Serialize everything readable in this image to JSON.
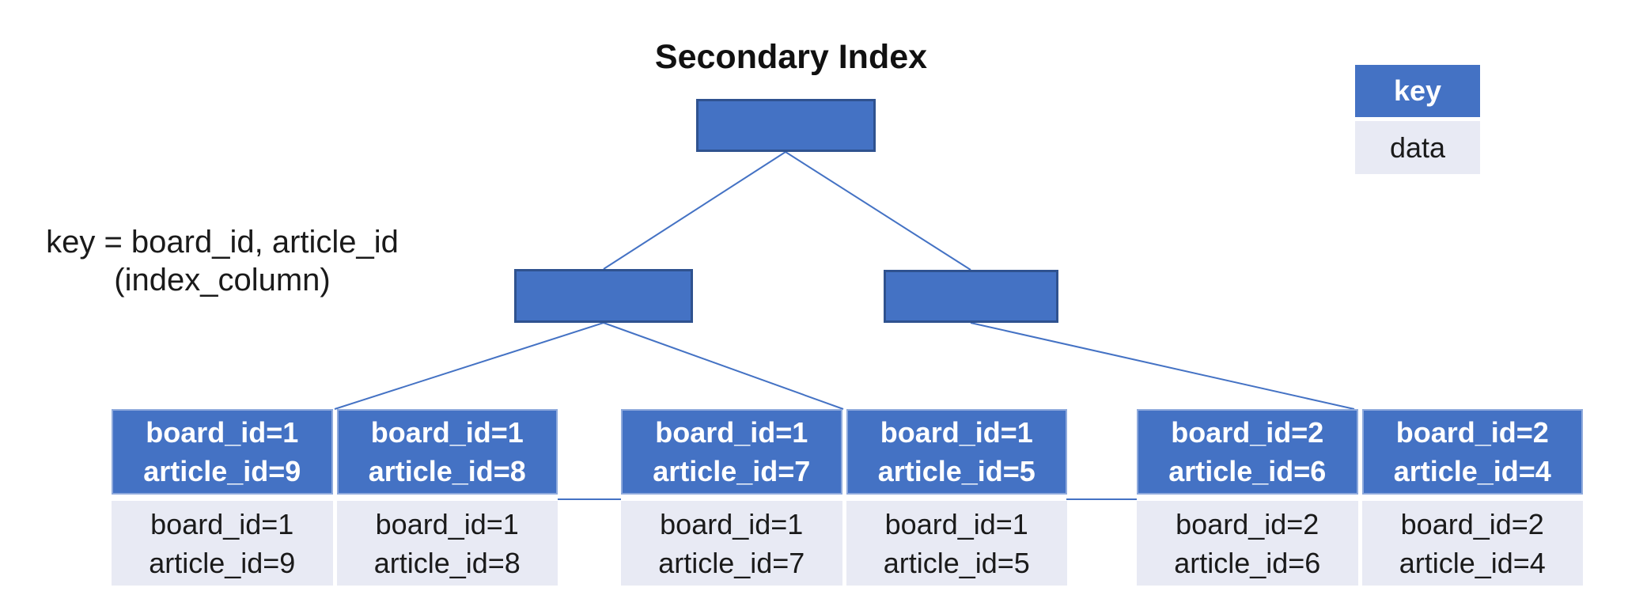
{
  "title": "Secondary Index",
  "legend": {
    "key_label": "key",
    "data_label": "data"
  },
  "annotation": {
    "line1": "key = board_id, article_id",
    "line2": "(index_column)"
  },
  "colors": {
    "key_fill": "#4472C4",
    "node_border": "#2F528F",
    "key_cell_border": "#8FAADC",
    "data_fill": "#E8EAF4",
    "connector": "#4472C4",
    "key_text": "#FFFFFF",
    "data_text": "#1A1A1A"
  },
  "tree": {
    "root_label": "",
    "internal_labels": [
      "",
      ""
    ],
    "leaf_groups": [
      {
        "cells": [
          {
            "key_line1": "board_id=1",
            "key_line2": "article_id=9",
            "data_line1": "board_id=1",
            "data_line2": "article_id=9"
          },
          {
            "key_line1": "board_id=1",
            "key_line2": "article_id=8",
            "data_line1": "board_id=1",
            "data_line2": "article_id=8"
          }
        ]
      },
      {
        "cells": [
          {
            "key_line1": "board_id=1",
            "key_line2": "article_id=7",
            "data_line1": "board_id=1",
            "data_line2": "article_id=7"
          },
          {
            "key_line1": "board_id=1",
            "key_line2": "article_id=5",
            "data_line1": "board_id=1",
            "data_line2": "article_id=5"
          }
        ]
      },
      {
        "cells": [
          {
            "key_line1": "board_id=2",
            "key_line2": "article_id=6",
            "data_line1": "board_id=2",
            "data_line2": "article_id=6"
          },
          {
            "key_line1": "board_id=2",
            "key_line2": "article_id=4",
            "data_line1": "board_id=2",
            "data_line2": "article_id=4"
          }
        ]
      }
    ]
  }
}
